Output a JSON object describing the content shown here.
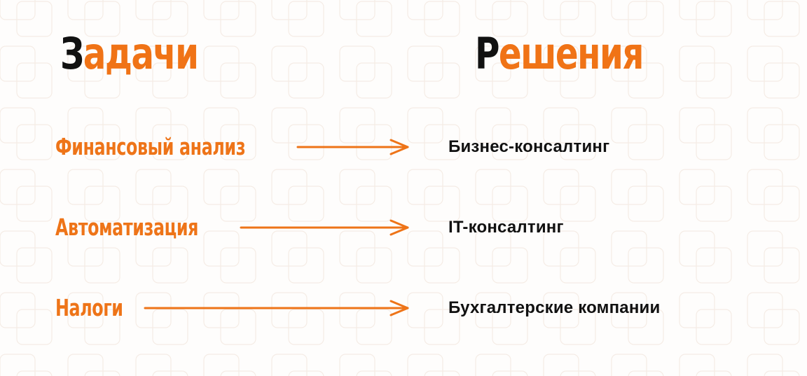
{
  "headings": {
    "tasks": {
      "first_letter": "З",
      "rest": "адачи"
    },
    "solutions": {
      "first_letter": "Р",
      "rest": "ешения"
    }
  },
  "rows": [
    {
      "task": "Финансовый анализ",
      "solution": "Бизнес-консалтинг"
    },
    {
      "task": "Автоматизация",
      "solution": "IT-консалтинг"
    },
    {
      "task": "Налоги",
      "solution": "Бухгалтерские компании"
    }
  ],
  "colors": {
    "accent": "#EE7418",
    "text_dark": "#111111",
    "background": "#FEFDFC",
    "pattern_stroke": "#F6EDE6"
  },
  "icons": {
    "arrow": "arrow-right-icon"
  }
}
